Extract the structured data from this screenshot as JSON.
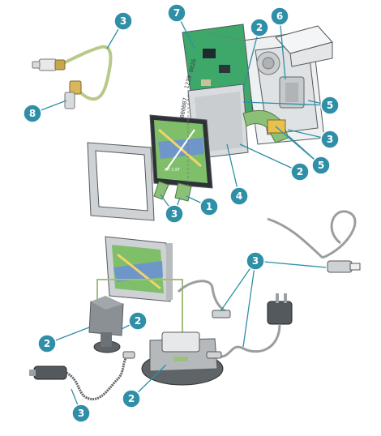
{
  "callouts": [
    {
      "id": "c-3-cable",
      "label": "3"
    },
    {
      "id": "c-8",
      "label": "8"
    },
    {
      "id": "c-7",
      "label": "7"
    },
    {
      "id": "c-2-top",
      "label": "2"
    },
    {
      "id": "c-6",
      "label": "6"
    },
    {
      "id": "c-5-a",
      "label": "5"
    },
    {
      "id": "c-5-b",
      "label": "5"
    },
    {
      "id": "c-3-ribbon",
      "label": "3"
    },
    {
      "id": "c-2-mid",
      "label": "2"
    },
    {
      "id": "c-4",
      "label": "4"
    },
    {
      "id": "c-1",
      "label": "1"
    },
    {
      "id": "c-3-bezel",
      "label": "3"
    },
    {
      "id": "c-3-accessories",
      "label": "3"
    },
    {
      "id": "c-2-cradle",
      "label": "2"
    },
    {
      "id": "c-2-mount",
      "label": "2"
    },
    {
      "id": "c-2-dock",
      "label": "2"
    },
    {
      "id": "c-3-car",
      "label": "3"
    }
  ],
  "pcb_text": [
    "1239 0026",
    "0000007"
  ],
  "screen_text": "NY 1 KT",
  "colors": {
    "callout": "#2f8fa6",
    "pcb_green": "#3ea76a",
    "frame_silver": "#cfd2d4",
    "screen_map": "#7fbf6a",
    "cable_green": "#b9c98a",
    "ribbon_green": "#8cc079",
    "dock_dark": "#5f6468"
  }
}
